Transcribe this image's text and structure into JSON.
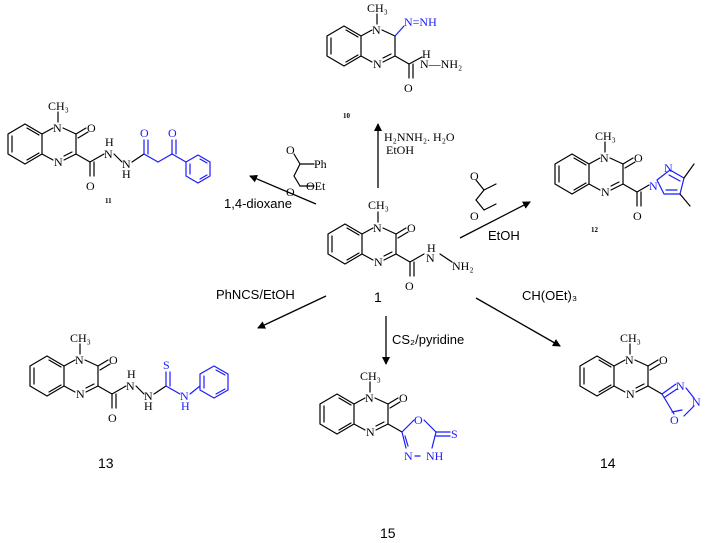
{
  "compounds": {
    "c1": "1",
    "c10": "10",
    "c11": "11",
    "c12": "12",
    "c13": "13",
    "c14": "14",
    "c15": "15"
  },
  "reagents": {
    "to10": "H₂NNH₂. H₂O",
    "to10_solvent": "EtOH",
    "to11_solvent": "1,4-dioxane",
    "to11_reagent_ph": "Ph",
    "to11_reagent_oet": "OEt",
    "to12_solvent": "EtOH",
    "to13": "PhNCS/EtOH",
    "to14": "CH(OEt)₃",
    "to15": "CS₂/pyridine"
  },
  "atoms": {
    "n": "N",
    "o": "O",
    "s": "S",
    "ch3": "CH₃",
    "h": "H",
    "nh": "NH",
    "nh2": "NH₂",
    "nhn": "N—NH₂",
    "hn": "H",
    "azo": "N=NH"
  },
  "colors": {
    "highlight": "#1a1aff",
    "default": "#000000"
  }
}
